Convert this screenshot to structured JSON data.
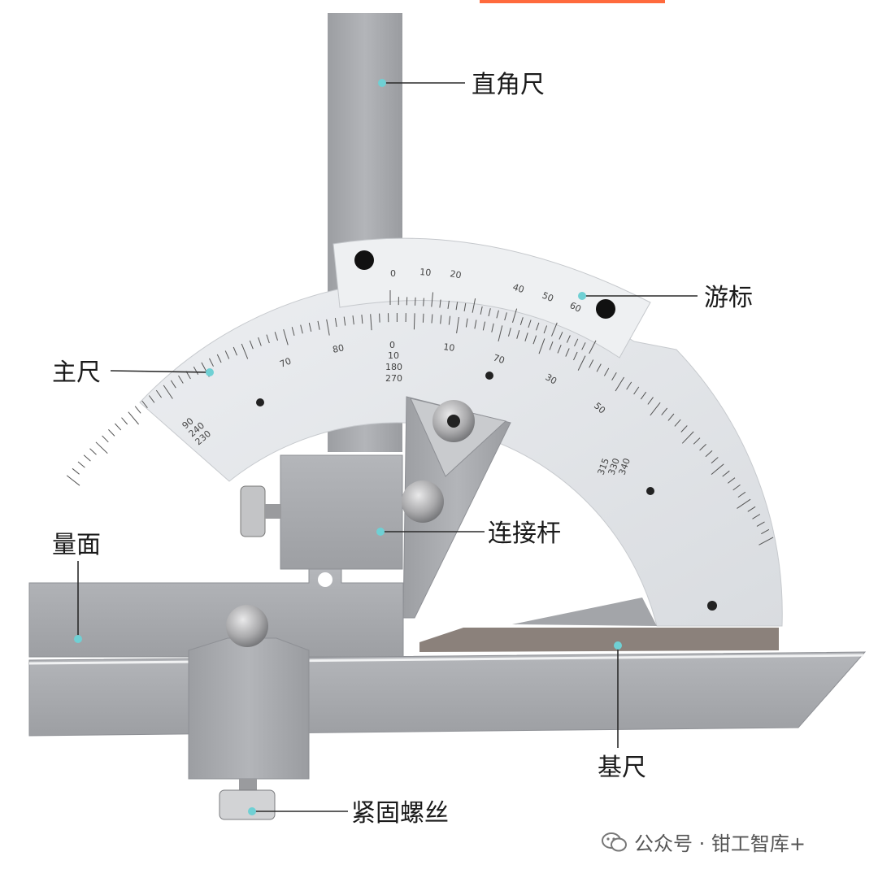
{
  "labels": {
    "square": "直角尺",
    "vernier": "游标",
    "main_scale": "主尺",
    "connecting_rod": "连接杆",
    "measuring_face": "量面",
    "base_ruler": "基尺",
    "locking_screw": "紧固螺丝"
  },
  "watermark": {
    "text": "公众号 · 钳工智库+",
    "icon": "wechat-icon"
  },
  "main_scale": {
    "numbers": [
      "70",
      "80",
      "0",
      "10",
      "70",
      "30",
      "50"
    ],
    "stacked": [
      "10",
      "180",
      "270"
    ],
    "left_stack": [
      "90",
      "240",
      "230"
    ],
    "right_stack": [
      "315",
      "330",
      "340"
    ]
  },
  "vernier_scale": {
    "numbers": [
      "0",
      "10",
      "20",
      "40",
      "50",
      "60"
    ]
  },
  "colors": {
    "steel": "#a9abaf",
    "steel_dark": "#8f9196",
    "plate": "#e7e9ec",
    "brass": "#8a7f79",
    "dot": "#6fd0d4"
  }
}
